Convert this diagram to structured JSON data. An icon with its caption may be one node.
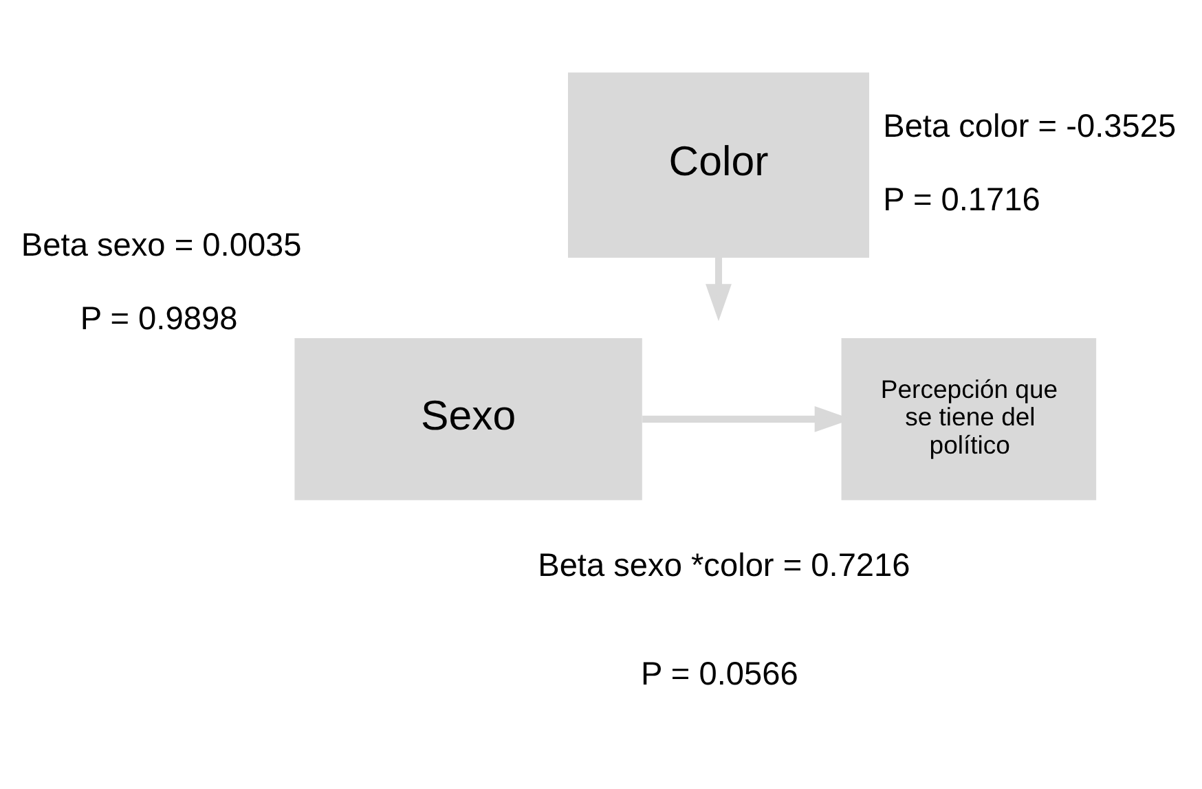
{
  "diagram": {
    "nodes": [
      {
        "text": [
          "Color"
        ],
        "beside": [
          "Beta color = -0.3525",
          "P = 0.1716"
        ]
      },
      {
        "text": [
          "Sexo"
        ],
        "beside": [
          "Beta sexo = 0.0035",
          "P = 0.9898"
        ]
      },
      {
        "text": [
          "Percepción que se tiene del político"
        ]
      }
    ],
    "edges": [
      {
        "from": 0,
        "to": null,
        "arrow": "to"
      },
      {
        "from": 1,
        "to": 2,
        "arrow": "to"
      }
    ],
    "labels": [
      "Beta sexo *color = 0.7216",
      "P = 0.0566"
    ]
  }
}
